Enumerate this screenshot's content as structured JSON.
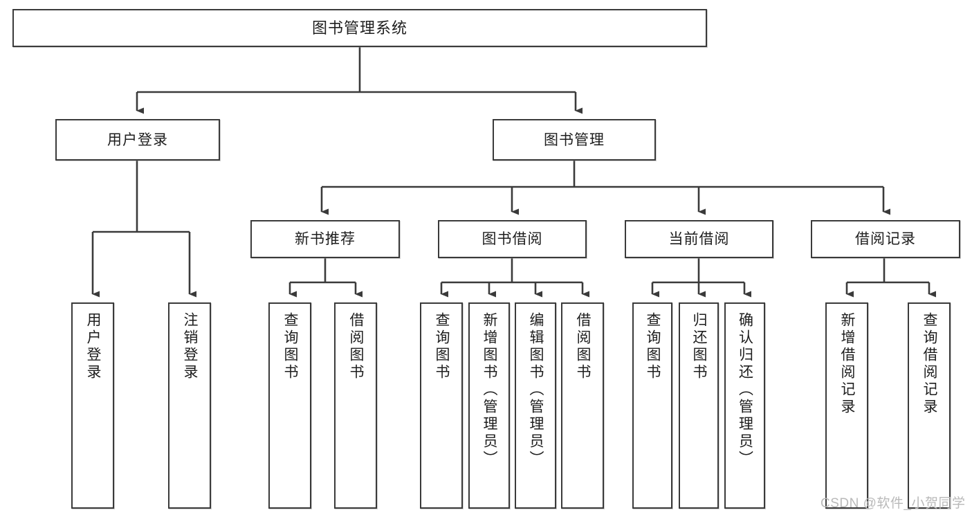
{
  "diagram": {
    "title": "图书管理系统",
    "type": "hierarchy-tree",
    "colors": {
      "box_border": "#3a3a3a",
      "box_fill": "#ffffff",
      "connector": "#3a3a3a",
      "text": "#1d1d1d",
      "watermark": "#b9b9b9"
    },
    "root": {
      "label": "图书管理系统"
    },
    "level2": [
      {
        "label": "用户登录"
      },
      {
        "label": "图书管理"
      }
    ],
    "level3": [
      {
        "label": "新书推荐"
      },
      {
        "label": "图书借阅"
      },
      {
        "label": "当前借阅"
      },
      {
        "label": "借阅记录"
      }
    ],
    "leaves": {
      "user_login": [
        {
          "label": "用户登录"
        },
        {
          "label": "注销登录"
        }
      ],
      "new_book_recommend": [
        {
          "label": "查询图书"
        },
        {
          "label": "借阅图书"
        }
      ],
      "book_borrow": [
        {
          "label": "查询图书"
        },
        {
          "label": "新增图书（管理员）"
        },
        {
          "label": "编辑图书（管理员）"
        },
        {
          "label": "借阅图书"
        }
      ],
      "current_borrow": [
        {
          "label": "查询图书"
        },
        {
          "label": "归还图书"
        },
        {
          "label": "确认归还（管理员）"
        }
      ],
      "borrow_record": [
        {
          "label": "新增借阅记录"
        },
        {
          "label": "查询借阅记录"
        }
      ]
    }
  },
  "watermark": {
    "text": "CSDN @软件_小贺同学"
  }
}
